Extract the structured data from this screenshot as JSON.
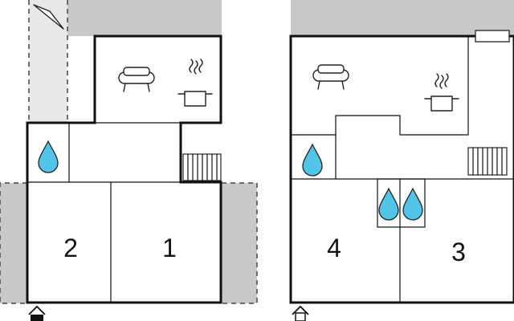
{
  "left_floor": {
    "rooms": [
      {
        "label": "2"
      },
      {
        "label": "1"
      }
    ]
  },
  "right_floor": {
    "rooms": [
      {
        "label": "4"
      },
      {
        "label": "3"
      }
    ]
  },
  "colors": {
    "terrace": "#c8c8c8",
    "path": "#e8e8e8",
    "water": "#52c4e8",
    "wall": "#111111"
  },
  "icons": [
    "compass-icon",
    "sofa-icon",
    "cooking-pot-icon",
    "water-drop-icon",
    "stairs-icon",
    "entrance-icon",
    "radiator-icon"
  ]
}
